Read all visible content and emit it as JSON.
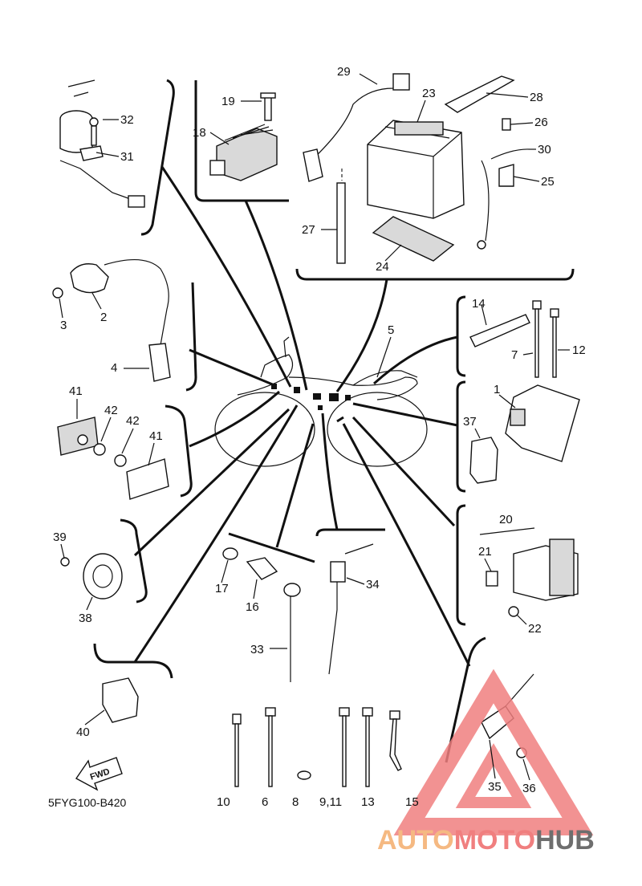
{
  "diagram_code": "5FYG100-B420",
  "fwd_label": "FWD",
  "watermark": {
    "part1": "AUTO",
    "part2": "MOTO",
    "part3": "HUB",
    "color1": "#f5b982",
    "color2": "#f07f7f",
    "color3": "#6e6e6e"
  },
  "callouts": {
    "c1": "1",
    "c2": "2",
    "c3": "3",
    "c4": "4",
    "c5": "5",
    "c6": "6",
    "c7": "7",
    "c8": "8",
    "c9_11": "9,11",
    "c10": "10",
    "c12": "12",
    "c13": "13",
    "c14": "14",
    "c15": "15",
    "c16": "16",
    "c17": "17",
    "c18": "18",
    "c19": "19",
    "c20": "20",
    "c21": "21",
    "c22": "22",
    "c23": "23",
    "c24": "24",
    "c25": "25",
    "c26": "26",
    "c27": "27",
    "c28": "28",
    "c29": "29",
    "c30": "30",
    "c31": "31",
    "c32": "32",
    "c33": "33",
    "c34": "34",
    "c35": "35",
    "c36": "36",
    "c37": "37",
    "c38": "38",
    "c39": "39",
    "c40": "40",
    "c41a": "41",
    "c41b": "41",
    "c42a": "42",
    "c42b": "42"
  }
}
